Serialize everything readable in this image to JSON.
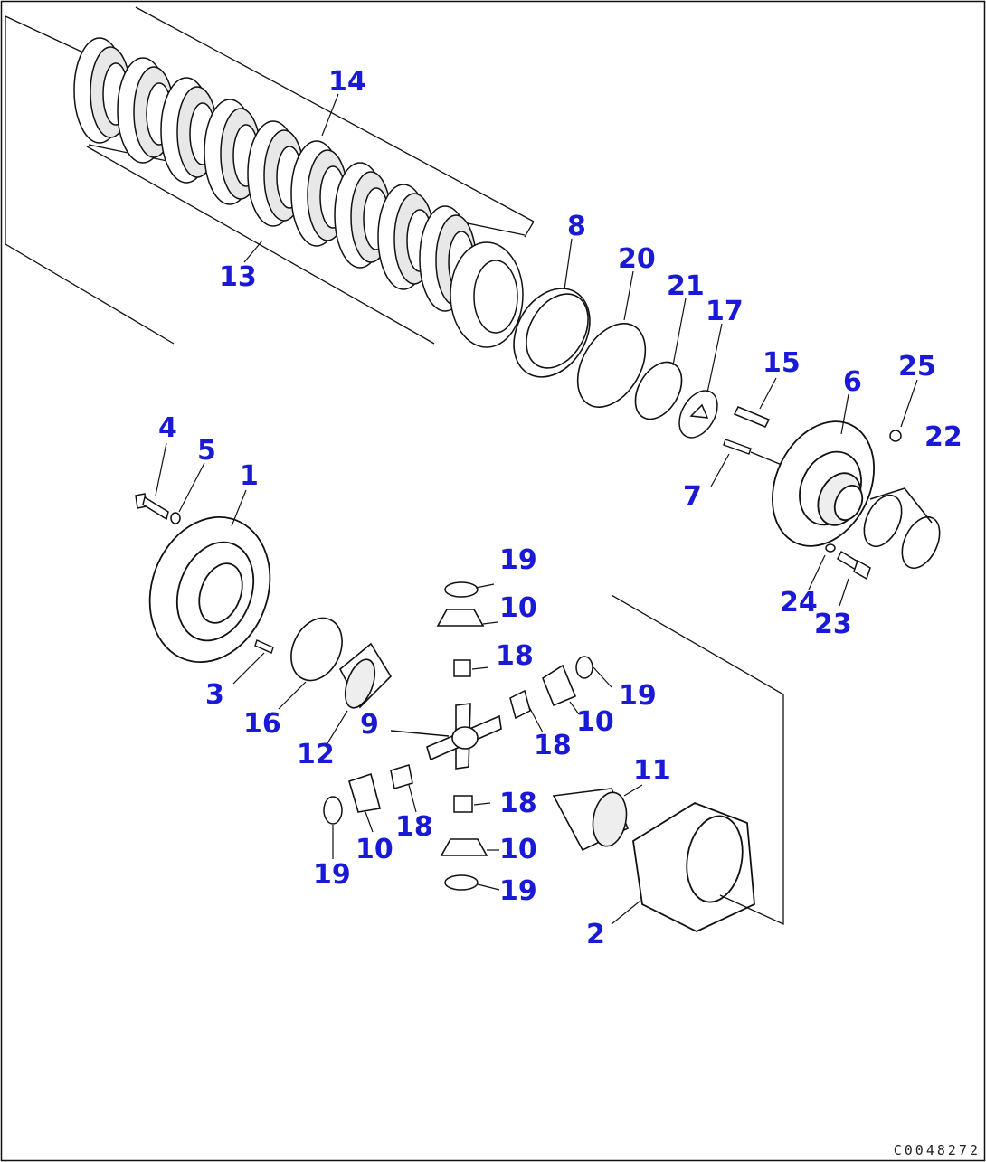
{
  "callout_color": "#1a1ad6",
  "line_color": "#111111",
  "callouts": {
    "p1": "1",
    "p2": "2",
    "p3": "3",
    "p4": "4",
    "p5": "5",
    "p6": "6",
    "p7": "7",
    "p8": "8",
    "p9": "9",
    "p10": "10",
    "p11": "11",
    "p12": "12",
    "p13": "13",
    "p14": "14",
    "p15": "15",
    "p16": "16",
    "p17": "17",
    "p18": "18",
    "p19": "19",
    "p20": "20",
    "p21": "21",
    "p22": "22",
    "p23": "23",
    "p24": "24",
    "p25": "25"
  },
  "drawing_code": "C0048272"
}
